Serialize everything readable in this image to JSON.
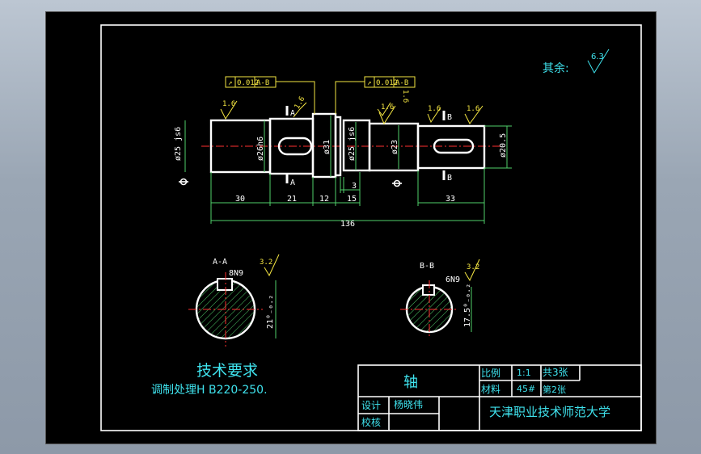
{
  "drawing": {
    "roughness_note": {
      "label": "其余:",
      "value": "6.3"
    },
    "tolerance_frames": [
      {
        "symbol": "↗",
        "value": "0.012",
        "datum": "A-B"
      },
      {
        "symbol": "↗",
        "value": "0.012",
        "datum": "A-B"
      }
    ],
    "roughness_marks": [
      "1.6",
      "1.6",
      "1.6",
      "1.6",
      "1.6",
      "1.6",
      "3.2",
      "3.2"
    ],
    "section_marks": [
      "A",
      "A",
      "B",
      "B"
    ],
    "diameters": [
      "ø25 js6",
      "ø26h6",
      "ø31",
      "ø25 js6",
      "ø23",
      "ø20.5"
    ],
    "lengths": [
      "30",
      "21",
      "12",
      "15",
      "3",
      "33",
      "136"
    ],
    "section_a": {
      "title": "A-A",
      "keyway": "8N9",
      "depth": "21⁰₋₀.₂"
    },
    "section_b": {
      "title": "B-B",
      "keyway": "6N9",
      "depth": "17.5⁰₋₀.₂"
    },
    "tech_requirements": {
      "title": "技术要求",
      "line": "调制处理H B220-250."
    }
  },
  "title_block": {
    "part_name": "轴",
    "scale_label": "比例",
    "scale_value": "1:1",
    "sheets": "共3张",
    "material_label": "材料",
    "material_value": "45#",
    "sheet_no": "第2张",
    "design_label": "设计",
    "designer": "杨晓伟",
    "check_label": "校核",
    "school": "天津职业技术师范大学"
  }
}
